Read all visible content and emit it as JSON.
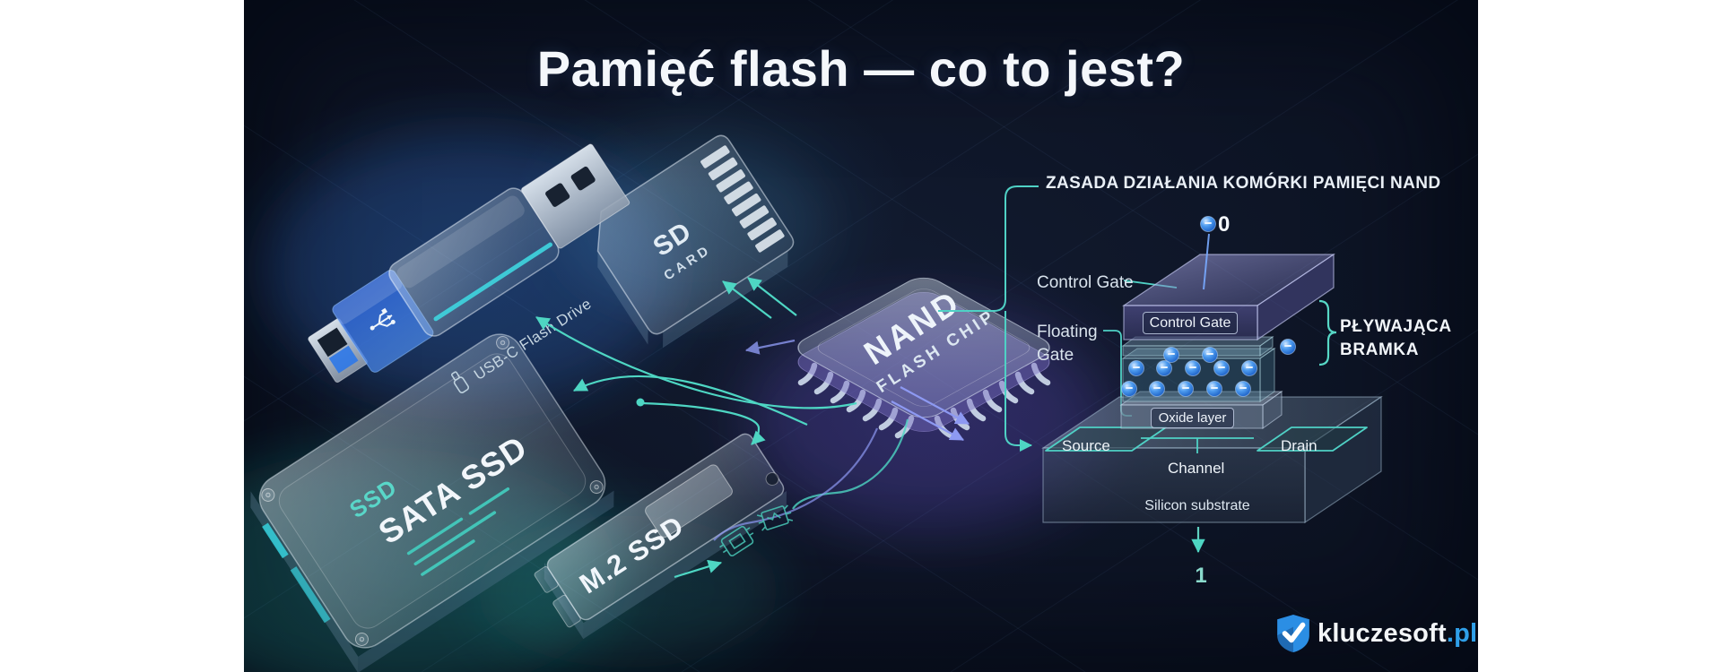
{
  "title": "Pamięć flash — co to jest?",
  "devices": {
    "usb_drive": {
      "label": "USB-C Flash Drive"
    },
    "sd_card": {
      "line1": "SD",
      "line2": "CARD"
    },
    "nand_chip": {
      "line1": "NAND",
      "line2": "FLASH CHIP"
    },
    "sata_ssd": {
      "tag": "SSD",
      "label": "SATA SSD"
    },
    "m2_ssd": {
      "label": "M.2 SSD"
    }
  },
  "cell_diagram": {
    "heading": "ZASADA DZIAŁANIA KOMÓRKI PAMIĘCI NAND",
    "bit_top": "0",
    "bit_bottom": "1",
    "control_gate_label": "Control Gate",
    "control_gate_badge": "Control Gate",
    "floating_gate_label_line1": "Floating",
    "floating_gate_label_line2": "Gate",
    "oxide_layer_badge": "Oxide layer",
    "source_label": "Source",
    "channel_label": "Channel",
    "drain_label": "Drain",
    "substrate_label": "Silicon substrate",
    "floating_gate_callout_line1": "PŁYWAJĄCA",
    "floating_gate_callout_line2": "BRAMKA"
  },
  "branding": {
    "name": "kluczesoft",
    "tld": ".pl"
  },
  "icons": {
    "usb_trident": "usb-trident",
    "flash_drive": "flash-drive",
    "small_chip": "chip-outline",
    "dead_bug": "die-outline",
    "electron": "electron-dot",
    "logo_shield": "shield-check"
  },
  "colors": {
    "panel_background": "#0B1120",
    "accent_teal": "#4FD1C5",
    "accent_blue": "#3B82F6",
    "electron_blue": "#4F9DF0",
    "logo_blue": "#2F9FE8",
    "gate_purple": "#8B7CF6"
  }
}
